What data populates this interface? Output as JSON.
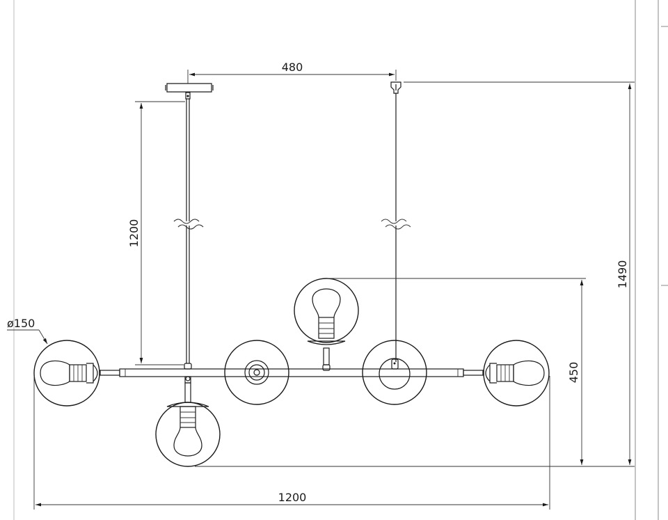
{
  "dimensions": {
    "mount_spacing": "480",
    "suspension_length": "1200",
    "total_height": "1490",
    "body_height": "450",
    "total_width": "1200",
    "globe_diameter": "ø150"
  }
}
